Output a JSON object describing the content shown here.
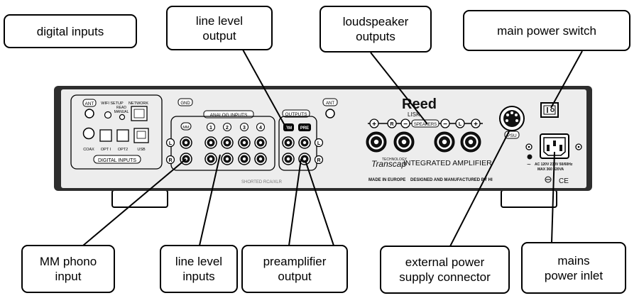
{
  "callouts": {
    "digital_inputs": "digital inputs",
    "line_level_output": "line level\noutput",
    "loudspeaker_outputs": "loudspeaker\noutputs",
    "main_power_switch": "main power switch",
    "mm_phono_input": "MM phono\ninput",
    "line_level_inputs": "line level\ninputs",
    "preamplifier_output": "preamplifier\noutput",
    "external_power_supply_connector": "external power\nsupply connector",
    "mains_power_inlet": "mains\npower inlet"
  },
  "panel": {
    "ant_left": "ANT",
    "wifi_setup": "WIFI SETUP",
    "read": "READ",
    "manual": "MANUAL",
    "network": "NETWORK",
    "coax": "COAX",
    "opt1": "OPT I",
    "opt2": "OPT2",
    "usb": "USB",
    "digital_inputs_label": "DIGITAL INPUTS",
    "gnd": "GND",
    "analog_inputs": "ANALOG INPUTS",
    "mm": "MM",
    "in1": "1",
    "in2": "2",
    "in3": "3",
    "in4": "4",
    "outputs": "OUTPUTS",
    "out_rm": "RM",
    "out_pre": "PRE",
    "ant_right": "ANT",
    "speakers": "SPEAKERS",
    "l_label": "L",
    "r_label": "R",
    "plus": "+",
    "minus": "−",
    "brand": "Reed",
    "model": "LISK",
    "psu": "PSU",
    "tech_by": "TECHNOLOGY",
    "tech_brand": "Transcap",
    "integrated_amplifier": "INTEGRATED AMPLIFIER",
    "made_in": "MADE IN EUROPE",
    "designed_by": "DESIGNED AND MANUFACTURED BY HI",
    "shorted": "SHORTED RCA/XLR",
    "ac_line1": "AC 120V  230V 50/60Hz",
    "ac_line2": "MAX 360  320VA",
    "ce": "CE"
  }
}
